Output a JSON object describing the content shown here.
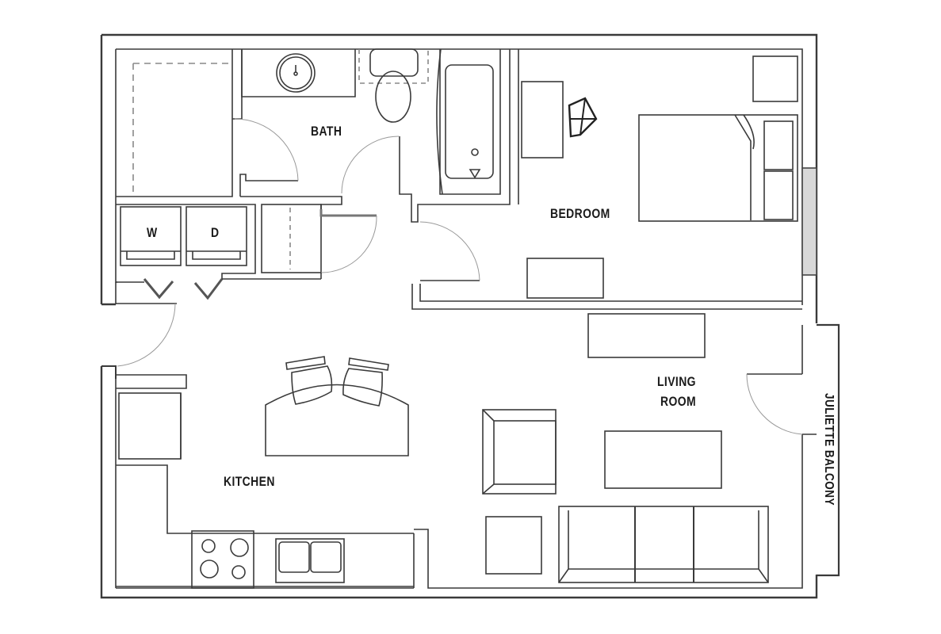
{
  "floor_plan": {
    "rooms": {
      "bath": "BATH",
      "bedroom": "BEDROOM",
      "living_room_line1": "LIVING",
      "living_room_line2": "ROOM",
      "kitchen": "KITCHEN",
      "balcony": "JULIETTE BALCONY"
    },
    "appliances": {
      "washer": "W",
      "dryer": "D"
    },
    "colors": {
      "wall": "#2b2b2b",
      "line": "#444444",
      "background": "#ffffff"
    }
  }
}
